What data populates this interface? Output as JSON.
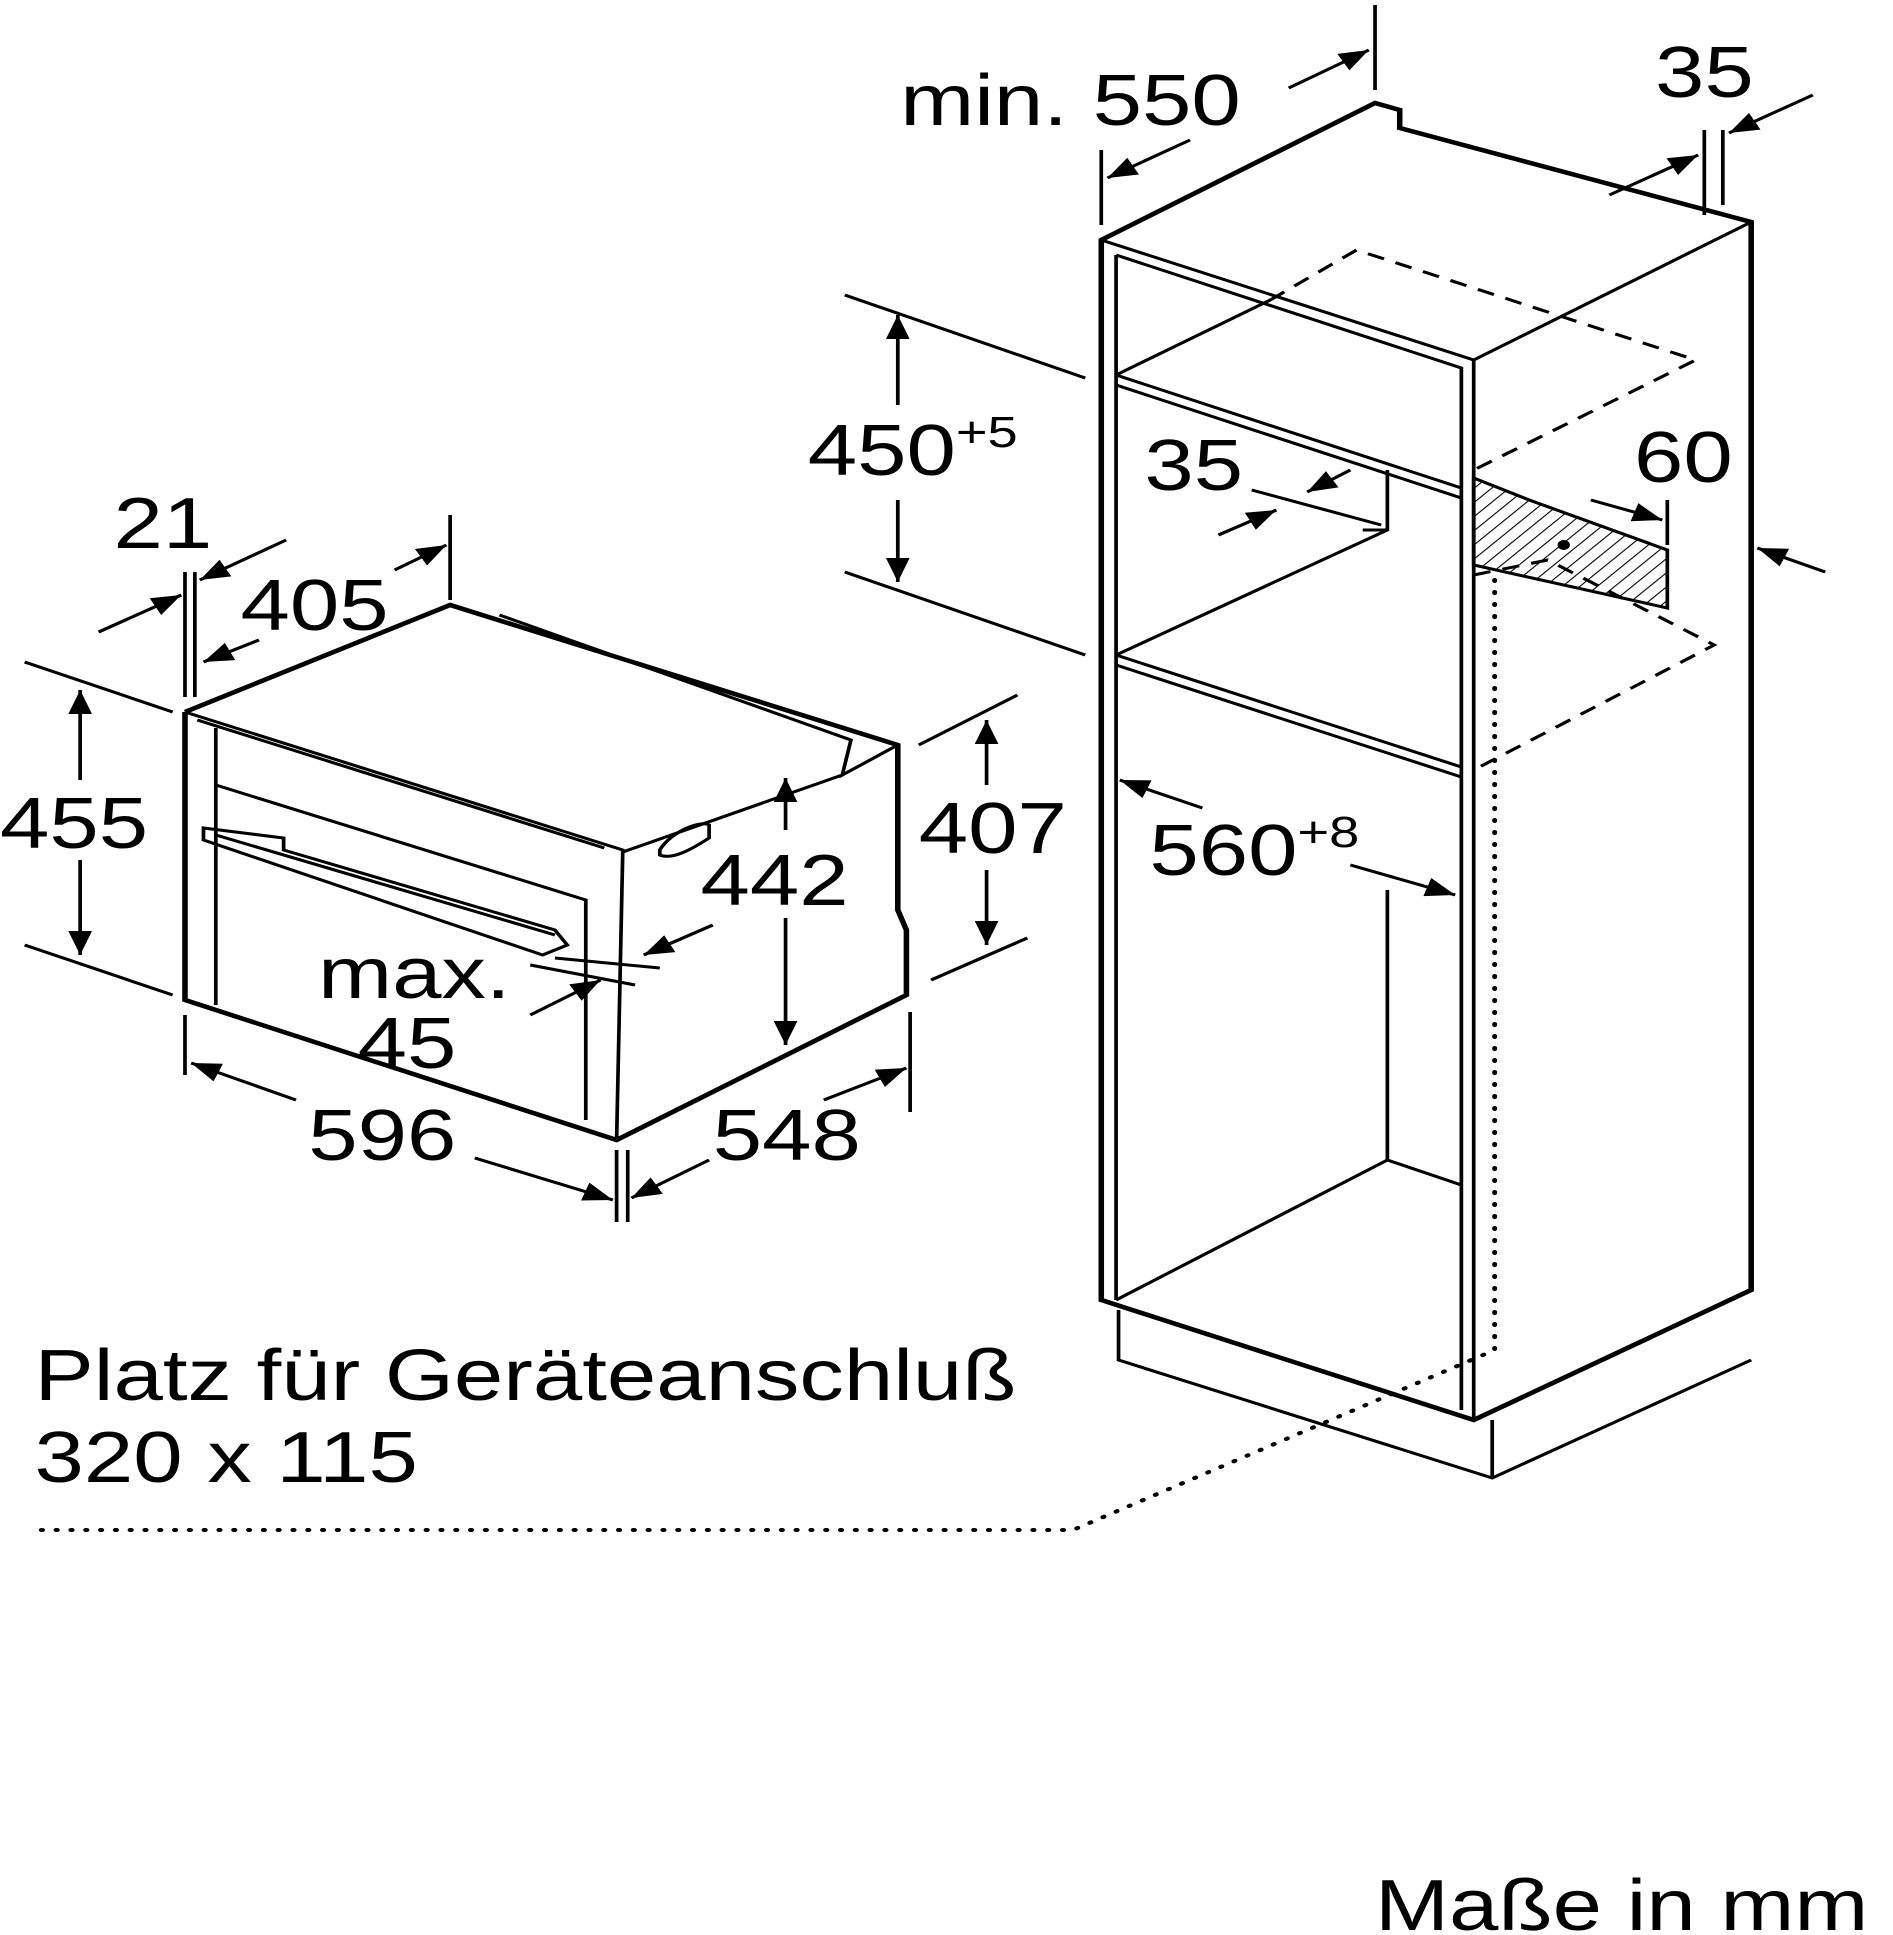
{
  "title_note": "Maße in mm",
  "connection_note": {
    "line1": "Platz für Geräteanschluß",
    "line2": "320 x 115"
  },
  "oven_dims": {
    "d21": "21",
    "d405": "405",
    "d455": "455",
    "d407": "407",
    "d442": "442",
    "max_label": "max.",
    "max_value": "45",
    "d596": "596",
    "d548": "548"
  },
  "cabinet_dims": {
    "min550": "min. 550",
    "d35_top": "35",
    "d450": "450",
    "d450_tol": "+5",
    "d35_mid": "35",
    "d60": "60",
    "d560": "560",
    "d560_tol": "+8"
  }
}
